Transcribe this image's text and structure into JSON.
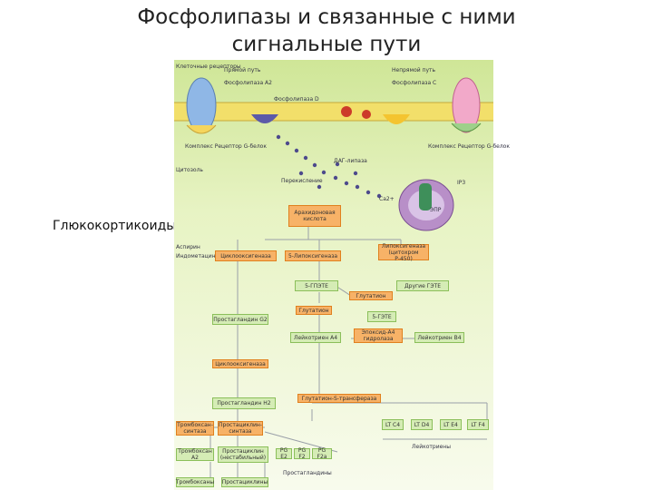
{
  "title_line1": "Фосфолипазы и связанные с ними",
  "title_line2": "сигнальные пути",
  "gc_label": "Глюкокортикоиды",
  "gc_mark": "-",
  "top_labels": {
    "receptor_left": "Клеточные рецепторы",
    "direct_path": "Прямой путь",
    "indirect_path": "Непрямой путь",
    "pla2": "Фосфолипаза А2",
    "plc": "Фосфолипаза С",
    "pl_d": "Фосфолипаза D",
    "complex_left": "Комплекс Рецептор G-белок",
    "complex_right": "Комплекс Рецептор G-белок",
    "cytosol": "Цитозоль",
    "dag": "ДАГ-липаза",
    "periturb": "Перекисление",
    "ip3": "IP3",
    "ca": "Ca2+",
    "er": "ЭПР",
    "aspirin": "Аспирин",
    "indomethacin": "Индометацин"
  },
  "boxes": {
    "arachidonic": "Арахидоновая кислота",
    "cyclooxygenase": "Циклооксигеназа",
    "lipoxygenase": "5-Липоксигеназа",
    "other_lipox": "Липоксигеназа (цитохром Р-450)",
    "hpete": "5-ГПЭТЕ",
    "other_hpete": "Другие ГЭТЕ",
    "glutathione": "Глутатион",
    "hete": "5-ГЭТЕ",
    "pgg2": "Простагландин G2",
    "leukotriene_a4": "Лейкотриен А4",
    "epoxide": "Эпоксид-А4 гидролаза",
    "ltb4": "Лейкотриен B4",
    "peroxidase": "Циклооксигеназа",
    "pgh2": "Простагландин Н2",
    "gtransferase": "Глутатион-S-трансфераза",
    "thromboxane_synth": "Тромбоксан-синтаза",
    "prostacyclin_synth": "Простациклин-синтаза",
    "txa2": "Тромбоксан А2",
    "pgi2": "Простациклин (нестабильный)",
    "pge2": "PG E2",
    "pgf2": "PG F2",
    "pgf2a": "PG F2a",
    "ltc4": "LT C4",
    "ltd4": "LT D4",
    "lte4": "LT E4",
    "ltf4": "LT F4",
    "thromboxanes": "Тромбоксаны",
    "prostacyclins": "Простациклины",
    "prostaglandins": "Простагландины",
    "leukotrienes": "Лейкотриены"
  },
  "colors": {
    "cell_top": "#d7ec9c",
    "cell_bottom": "#f6fbe6",
    "orange_box": "#f7b267",
    "green_box": "#d5ecb5"
  }
}
